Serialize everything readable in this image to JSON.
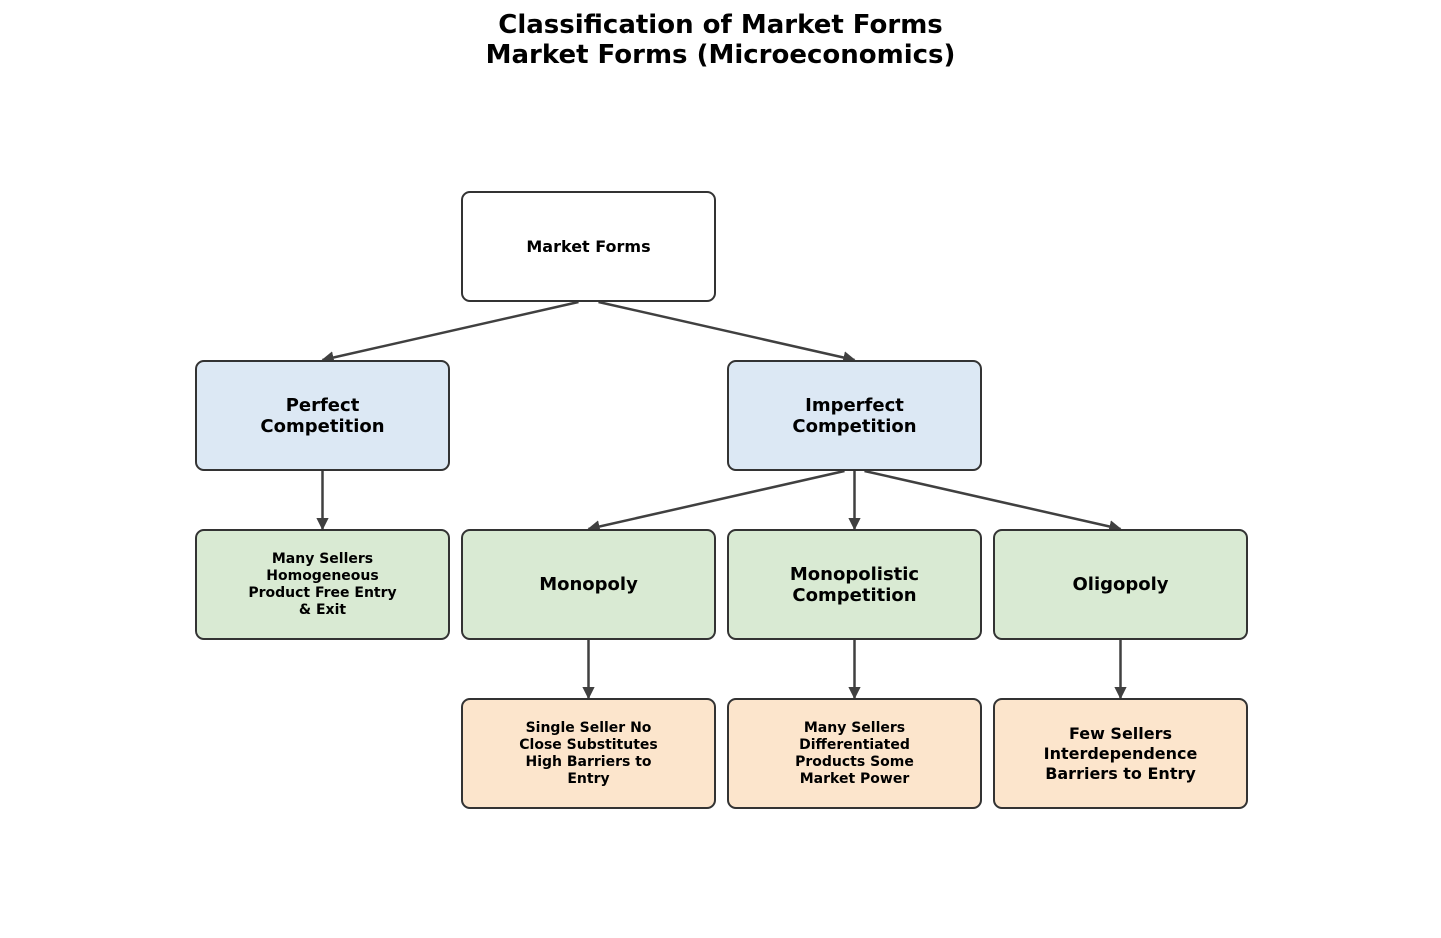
{
  "title": {
    "line1": "Classification of Market Forms",
    "line2": "Market Forms (Microeconomics)"
  },
  "colors": {
    "root": "#ffffff",
    "category": "#dce8f4",
    "form": "#d9ead3",
    "characteristics": "#fce5cc",
    "border": "#333333",
    "edge": "#404040"
  },
  "nodes": {
    "root": {
      "label": "Market Forms"
    },
    "perfect": {
      "label": "Perfect\nCompetition"
    },
    "imperfect": {
      "label": "Imperfect\nCompetition"
    },
    "perfect_traits": {
      "label": "Many Sellers\nHomogeneous\nProduct Free Entry\n& Exit"
    },
    "monopoly": {
      "label": "Monopoly"
    },
    "monopolistic": {
      "label": "Monopolistic\nCompetition"
    },
    "oligopoly": {
      "label": "Oligopoly"
    },
    "monopoly_traits": {
      "label": "Single Seller No\nClose Substitutes\nHigh Barriers to\nEntry"
    },
    "monopolistic_traits": {
      "label": "Many Sellers\nDifferentiated\nProducts Some\nMarket Power"
    },
    "oligopoly_traits": {
      "label": "Few Sellers\nInterdependence\nBarriers to Entry"
    }
  },
  "edges": [
    [
      "root",
      "perfect"
    ],
    [
      "root",
      "imperfect"
    ],
    [
      "perfect",
      "perfect_traits"
    ],
    [
      "imperfect",
      "monopoly"
    ],
    [
      "imperfect",
      "monopolistic"
    ],
    [
      "imperfect",
      "oligopoly"
    ],
    [
      "monopoly",
      "monopoly_traits"
    ],
    [
      "monopolistic",
      "monopolistic_traits"
    ],
    [
      "oligopoly",
      "oligopoly_traits"
    ]
  ]
}
